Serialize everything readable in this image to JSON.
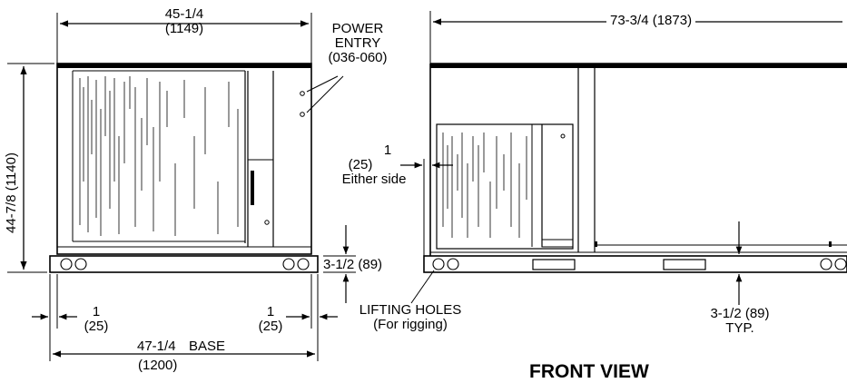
{
  "left_view": {
    "width_dim": "45-1/4",
    "width_dim_mm": "(1149)",
    "height_dim": "44-7/8 (1140)",
    "power_entry": [
      "POWER",
      "ENTRY",
      "(036-060)"
    ],
    "base_dim": "47-1/4",
    "base_label": "BASE",
    "base_dim_mm": "(1200)",
    "left_offset": "1",
    "left_offset_mm": "(25)",
    "right_offset": "1",
    "right_offset_mm": "(25)",
    "rail_height": "3-1/2 (89)"
  },
  "right_view": {
    "length_dim": "73-3/4 (1873)",
    "side_offset": "1",
    "side_offset_mm": "(25)",
    "side_note": "Either side",
    "lifting_holes": "LIFTING HOLES",
    "lifting_note": "(For rigging)",
    "rail_dim": "3-1/2 (89)",
    "rail_typ": "TYP.",
    "title": "FRONT VIEW"
  }
}
